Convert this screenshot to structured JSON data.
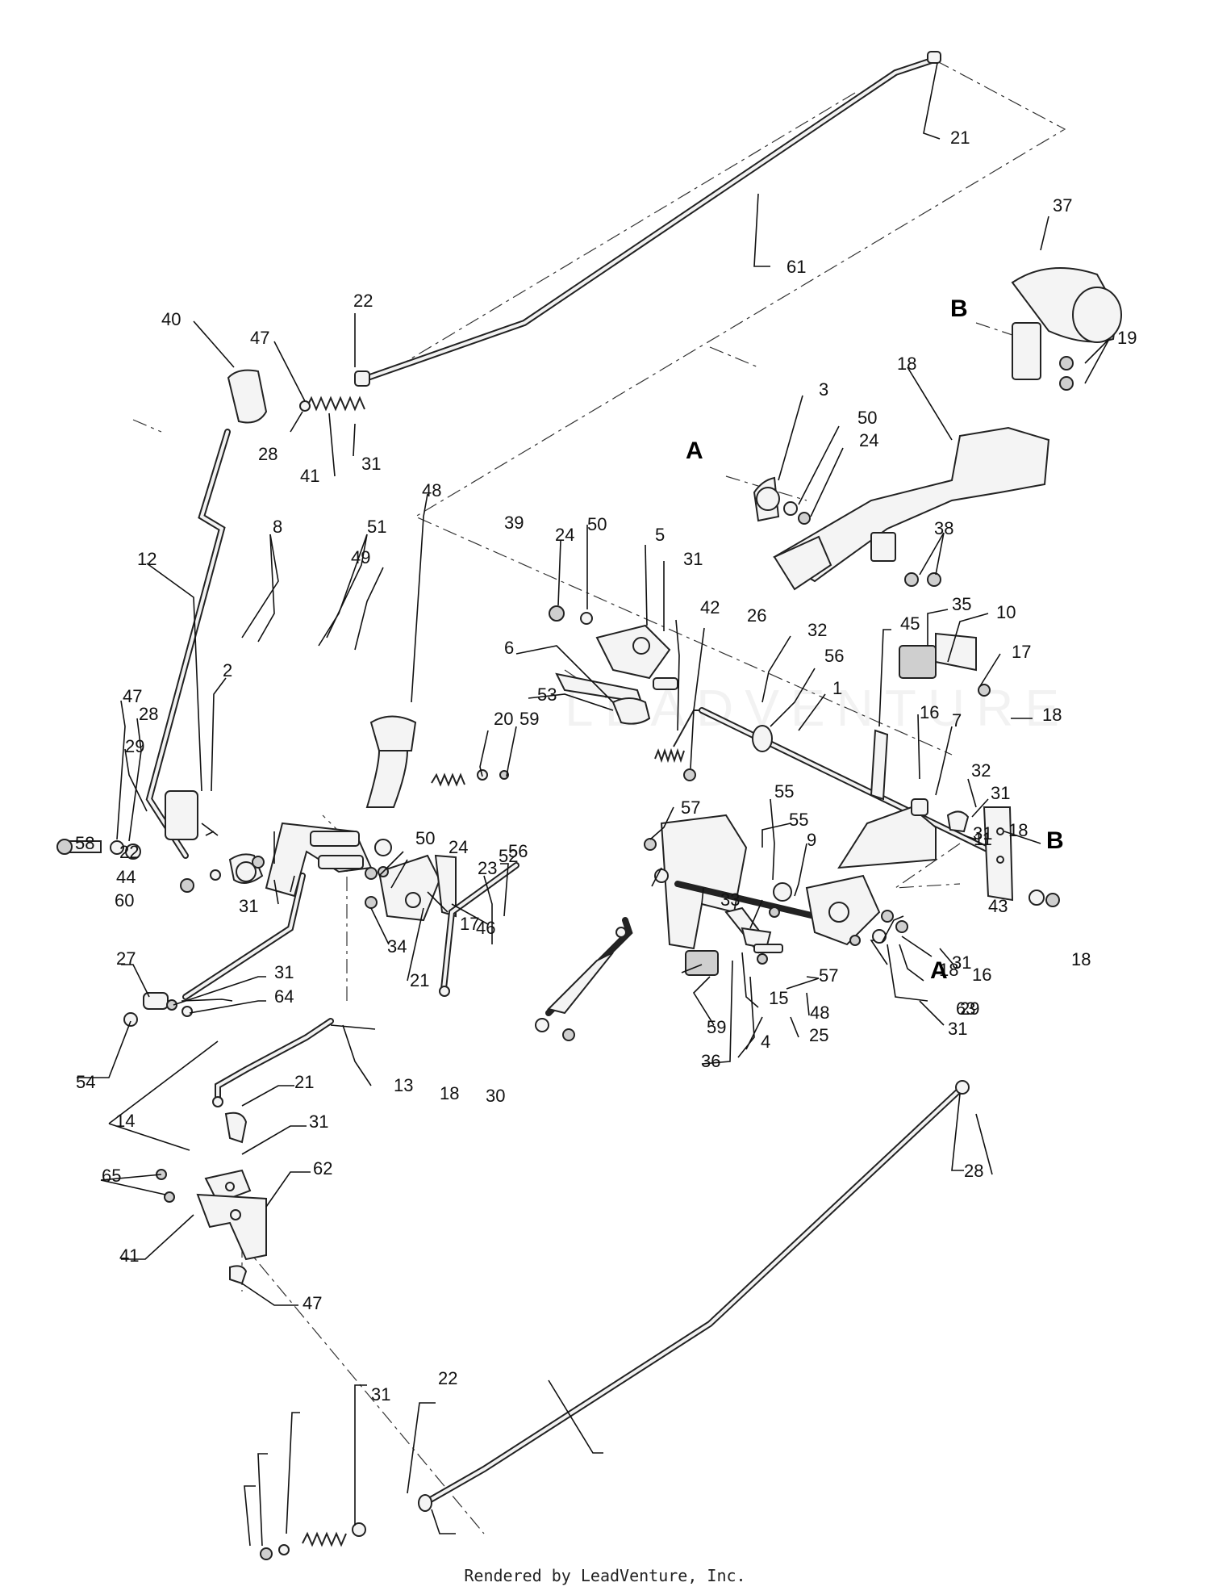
{
  "diagram": {
    "callouts": [
      "21",
      "61",
      "37",
      "19",
      "40",
      "47",
      "22",
      "28",
      "41",
      "31",
      "3",
      "50",
      "24",
      "38",
      "18",
      "12",
      "35",
      "10",
      "17",
      "24",
      "50",
      "5",
      "31",
      "39",
      "42",
      "26",
      "32",
      "56",
      "1",
      "6",
      "53",
      "45",
      "16",
      "7",
      "32",
      "31",
      "18",
      "31",
      "18",
      "8",
      "51",
      "49",
      "48",
      "47",
      "28",
      "29",
      "2",
      "20",
      "59",
      "23",
      "52",
      "55",
      "9",
      "55",
      "57",
      "58",
      "22",
      "44",
      "60",
      "31",
      "50",
      "24",
      "56",
      "46",
      "31",
      "18",
      "11",
      "18",
      "33",
      "43",
      "16",
      "34",
      "17",
      "63",
      "21",
      "57",
      "48",
      "15",
      "59",
      "4",
      "27",
      "31",
      "64",
      "36",
      "29",
      "31",
      "54",
      "13",
      "18",
      "14",
      "30",
      "25",
      "21",
      "31",
      "65",
      "62",
      "41",
      "47",
      "28",
      "22",
      "31"
    ],
    "section_marks": [
      "A",
      "B",
      "A",
      "B"
    ],
    "footer": "Rendered by LeadVenture, Inc.",
    "watermark": "LEADVENTURE"
  }
}
